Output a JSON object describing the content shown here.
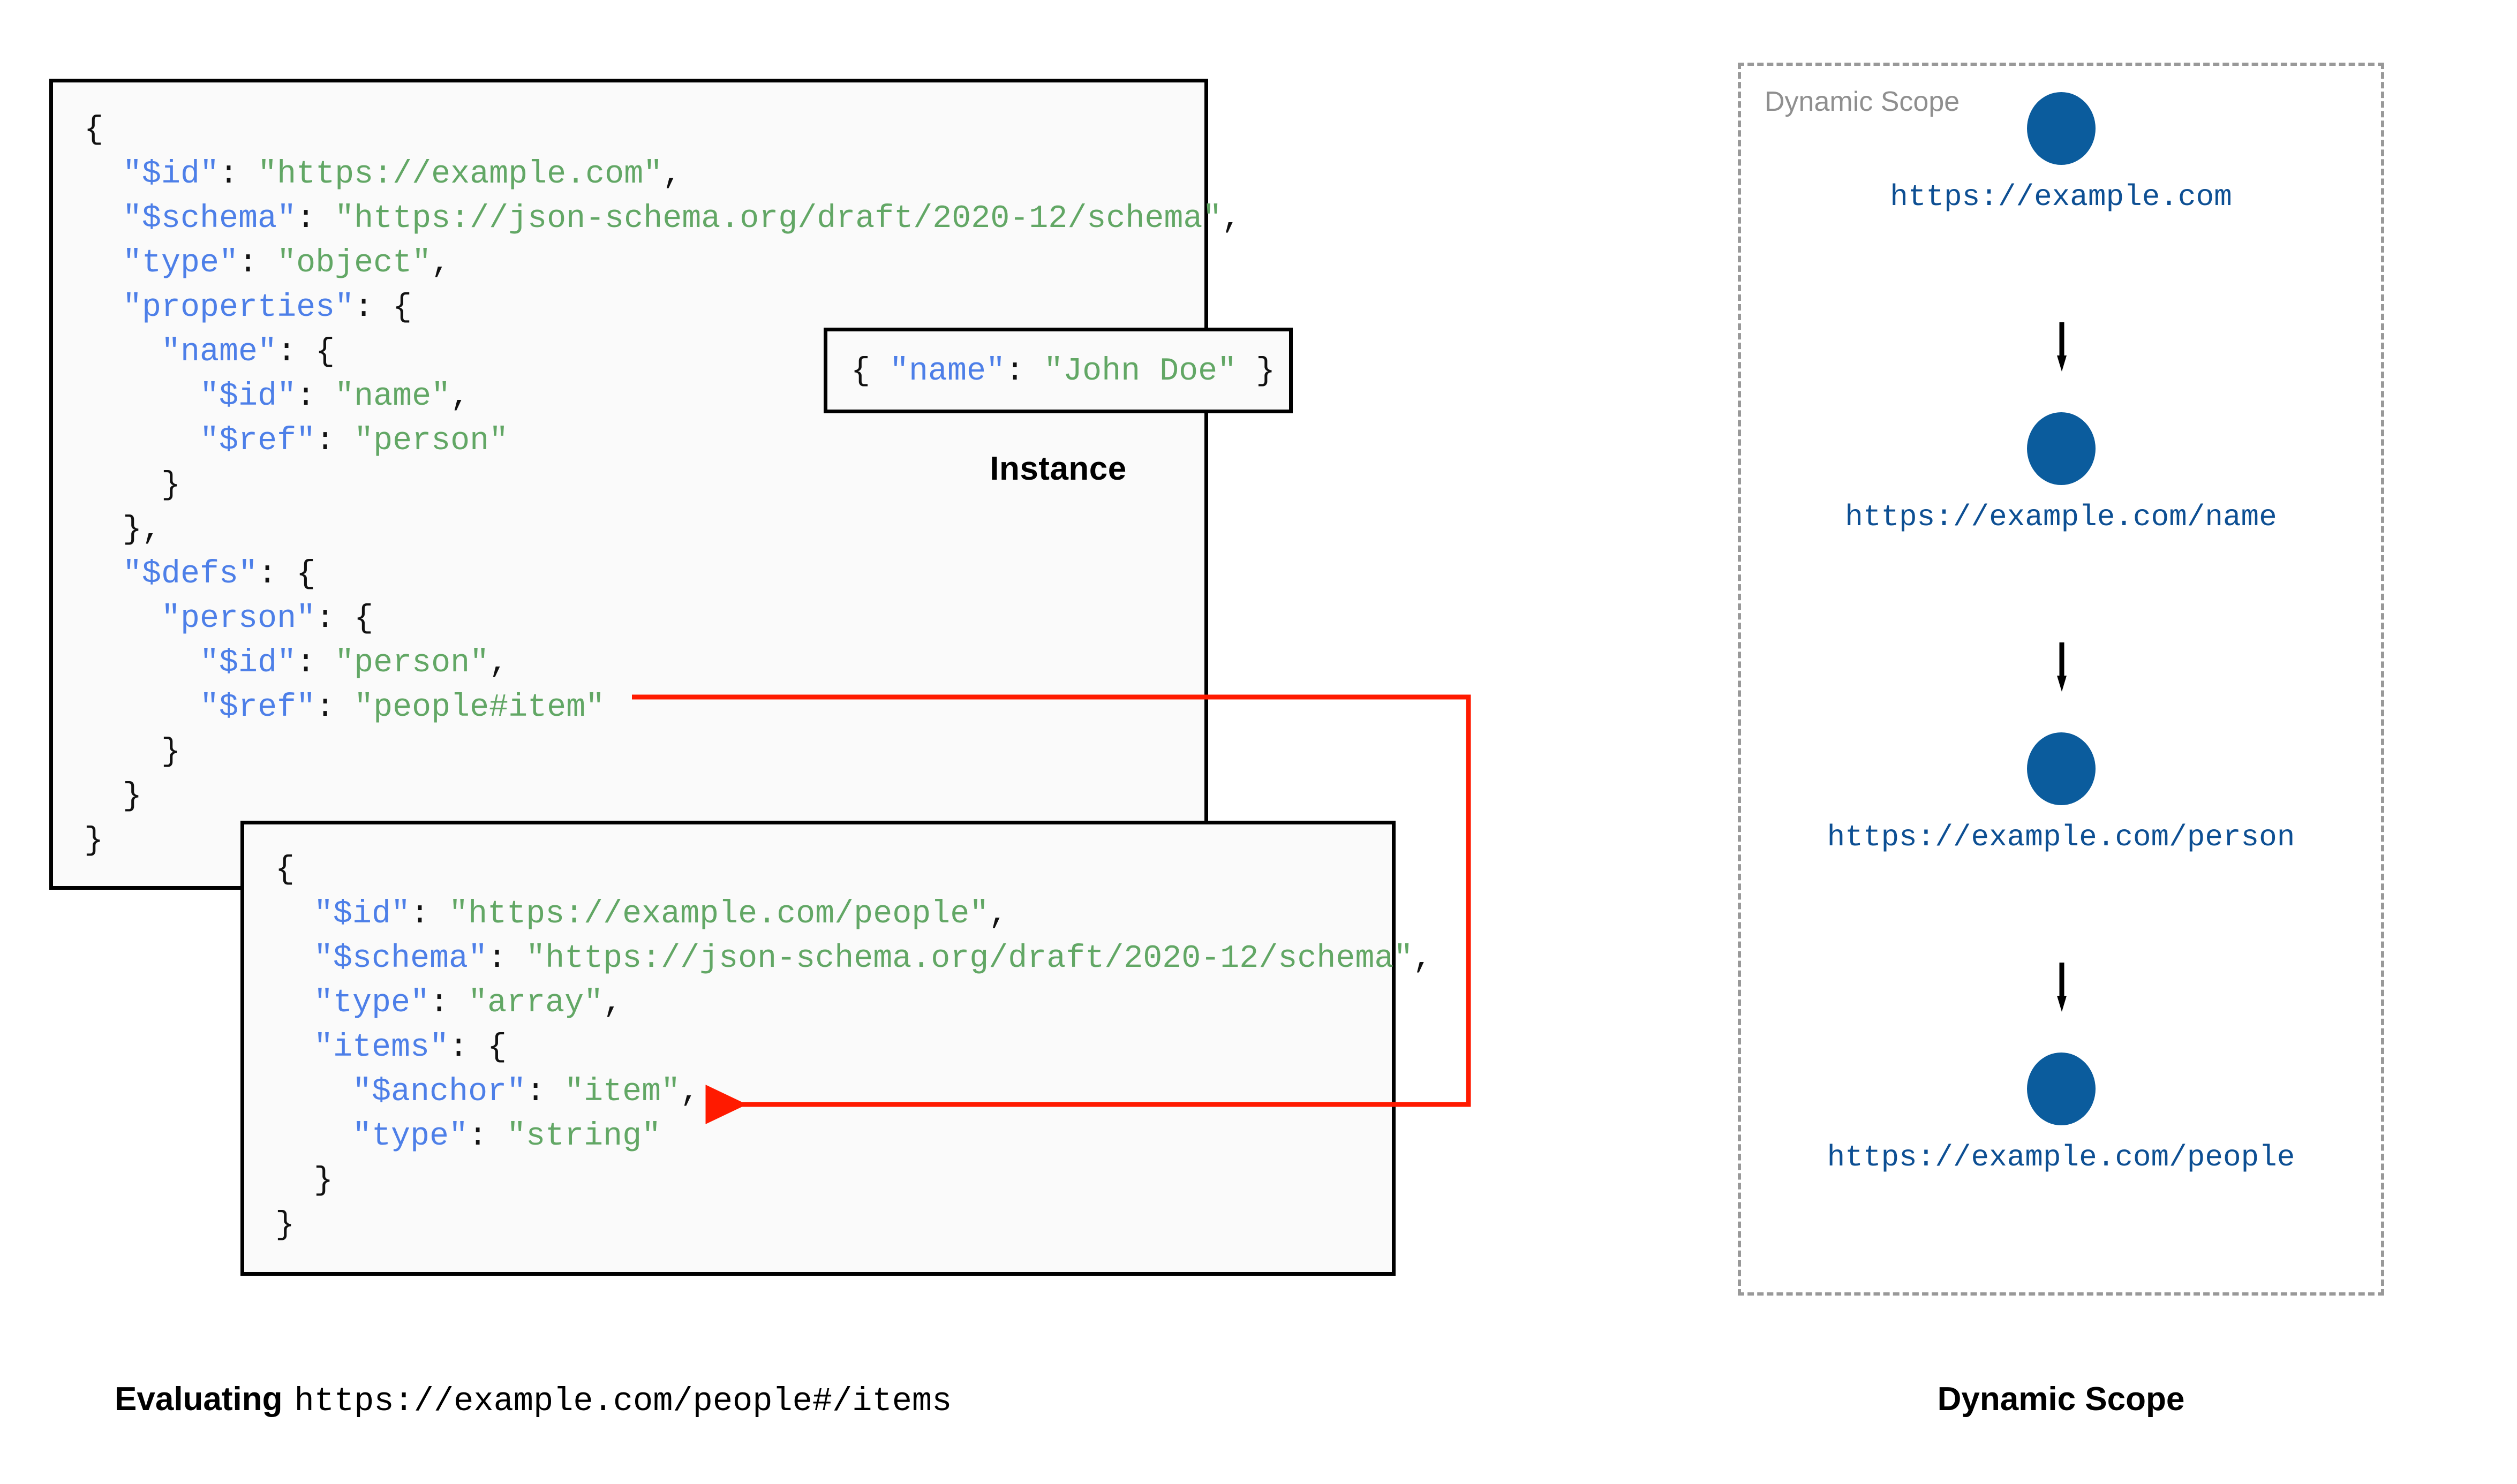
{
  "schema_box_1": {
    "name": "root-schema",
    "lines": [
      [
        {
          "t": "{",
          "c": "p"
        }
      ],
      [
        {
          "t": "  ",
          "c": "p"
        },
        {
          "t": "\"$id\"",
          "c": "k"
        },
        {
          "t": ": ",
          "c": "p"
        },
        {
          "t": "\"https://example.com\"",
          "c": "s"
        },
        {
          "t": ",",
          "c": "p"
        }
      ],
      [
        {
          "t": "  ",
          "c": "p"
        },
        {
          "t": "\"$schema\"",
          "c": "k"
        },
        {
          "t": ": ",
          "c": "p"
        },
        {
          "t": "\"https://json-schema.org/draft/2020-12/schema\"",
          "c": "s"
        },
        {
          "t": ",",
          "c": "p"
        }
      ],
      [
        {
          "t": "  ",
          "c": "p"
        },
        {
          "t": "\"type\"",
          "c": "k"
        },
        {
          "t": ": ",
          "c": "p"
        },
        {
          "t": "\"object\"",
          "c": "s"
        },
        {
          "t": ",",
          "c": "p"
        }
      ],
      [
        {
          "t": "  ",
          "c": "p"
        },
        {
          "t": "\"properties\"",
          "c": "k"
        },
        {
          "t": ": {",
          "c": "p"
        }
      ],
      [
        {
          "t": "    ",
          "c": "p"
        },
        {
          "t": "\"name\"",
          "c": "k"
        },
        {
          "t": ": {",
          "c": "p"
        }
      ],
      [
        {
          "t": "      ",
          "c": "p"
        },
        {
          "t": "\"$id\"",
          "c": "k"
        },
        {
          "t": ": ",
          "c": "p"
        },
        {
          "t": "\"name\"",
          "c": "s"
        },
        {
          "t": ",",
          "c": "p"
        }
      ],
      [
        {
          "t": "      ",
          "c": "p"
        },
        {
          "t": "\"$ref\"",
          "c": "k"
        },
        {
          "t": ": ",
          "c": "p"
        },
        {
          "t": "\"person\"",
          "c": "s"
        }
      ],
      [
        {
          "t": "    }",
          "c": "p"
        }
      ],
      [
        {
          "t": "  },",
          "c": "p"
        }
      ],
      [
        {
          "t": "  ",
          "c": "p"
        },
        {
          "t": "\"$defs\"",
          "c": "k"
        },
        {
          "t": ": {",
          "c": "p"
        }
      ],
      [
        {
          "t": "    ",
          "c": "p"
        },
        {
          "t": "\"person\"",
          "c": "k"
        },
        {
          "t": ": {",
          "c": "p"
        }
      ],
      [
        {
          "t": "      ",
          "c": "p"
        },
        {
          "t": "\"$id\"",
          "c": "k"
        },
        {
          "t": ": ",
          "c": "p"
        },
        {
          "t": "\"person\"",
          "c": "s"
        },
        {
          "t": ",",
          "c": "p"
        }
      ],
      [
        {
          "t": "      ",
          "c": "p"
        },
        {
          "t": "\"$ref\"",
          "c": "k"
        },
        {
          "t": ": ",
          "c": "p"
        },
        {
          "t": "\"people#item\"",
          "c": "s"
        }
      ],
      [
        {
          "t": "    }",
          "c": "p"
        }
      ],
      [
        {
          "t": "  }",
          "c": "p"
        }
      ],
      [
        {
          "t": "}",
          "c": "p"
        }
      ]
    ]
  },
  "instance_box": {
    "name": "instance-document",
    "caption": "Instance",
    "lines": [
      [
        {
          "t": "{ ",
          "c": "p"
        },
        {
          "t": "\"name\"",
          "c": "k"
        },
        {
          "t": ": ",
          "c": "p"
        },
        {
          "t": "\"John Doe\"",
          "c": "s"
        },
        {
          "t": " }",
          "c": "p"
        }
      ]
    ]
  },
  "schema_box_2": {
    "name": "people-schema",
    "lines": [
      [
        {
          "t": "{",
          "c": "p"
        }
      ],
      [
        {
          "t": "  ",
          "c": "p"
        },
        {
          "t": "\"$id\"",
          "c": "k"
        },
        {
          "t": ": ",
          "c": "p"
        },
        {
          "t": "\"https://example.com/people\"",
          "c": "s"
        },
        {
          "t": ",",
          "c": "p"
        }
      ],
      [
        {
          "t": "  ",
          "c": "p"
        },
        {
          "t": "\"$schema\"",
          "c": "k"
        },
        {
          "t": ": ",
          "c": "p"
        },
        {
          "t": "\"https://json-schema.org/draft/2020-12/schema\"",
          "c": "s"
        },
        {
          "t": ",",
          "c": "p"
        }
      ],
      [
        {
          "t": "  ",
          "c": "p"
        },
        {
          "t": "\"type\"",
          "c": "k"
        },
        {
          "t": ": ",
          "c": "p"
        },
        {
          "t": "\"array\"",
          "c": "s"
        },
        {
          "t": ",",
          "c": "p"
        }
      ],
      [
        {
          "t": "  ",
          "c": "p"
        },
        {
          "t": "\"items\"",
          "c": "k"
        },
        {
          "t": ": {",
          "c": "p"
        }
      ],
      [
        {
          "t": "    ",
          "c": "p"
        },
        {
          "t": "\"$anchor\"",
          "c": "k"
        },
        {
          "t": ": ",
          "c": "p"
        },
        {
          "t": "\"item\"",
          "c": "s"
        },
        {
          "t": ",",
          "c": "p"
        }
      ],
      [
        {
          "t": "    ",
          "c": "p"
        },
        {
          "t": "\"type\"",
          "c": "k"
        },
        {
          "t": ": ",
          "c": "p"
        },
        {
          "t": "\"string\"",
          "c": "s"
        }
      ],
      [
        {
          "t": "  }",
          "c": "p"
        }
      ],
      [
        {
          "t": "}",
          "c": "p"
        }
      ]
    ]
  },
  "reference_arrow": {
    "name": "ref-resolution-arrow",
    "color": "#ff1a00",
    "from": "$ref: people#item",
    "to": "$anchor: item"
  },
  "dynamic_scope": {
    "inner_label": "Dynamic Scope",
    "caption": "Dynamic Scope",
    "node_color": "#0b5c9d",
    "label_color": "#0d4f93",
    "border_color": "#999999",
    "nodes": [
      {
        "label": "https://example.com"
      },
      {
        "label": "https://example.com/name"
      },
      {
        "label": "https://example.com/person"
      },
      {
        "label": "https://example.com/people"
      }
    ]
  },
  "evaluating_caption": {
    "word": "Evaluating",
    "uri": "https://example.com/people#/items"
  }
}
